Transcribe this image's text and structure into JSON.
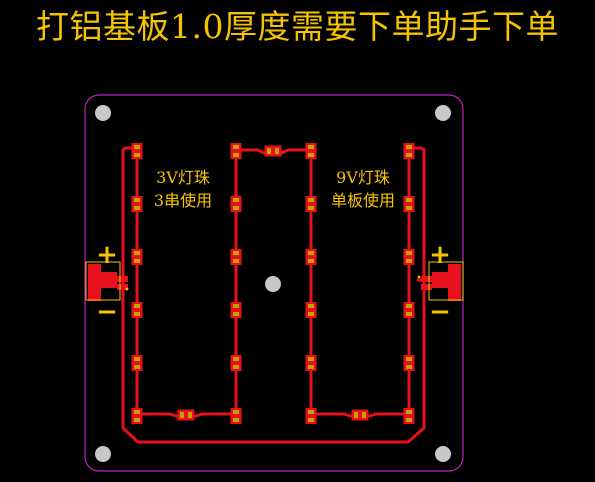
{
  "title": "打铝基板1.0厚度需要下单助手下单",
  "labels": {
    "left_line1": "3V灯珠",
    "left_line2": "3串使用",
    "right_line1": "9V灯珠",
    "right_line2": "单板使用"
  },
  "polarity": {
    "plus": "+",
    "minus": "−"
  },
  "colors": {
    "background": "#000000",
    "title": "#F5C400",
    "board_outline": "#C020C0",
    "copper": "#E8101C",
    "pad": "#C8A000",
    "silkscreen": "#F5C400",
    "hole": "#C8C8C8"
  },
  "icons": [
    "mounting-hole-icon",
    "led-icon",
    "connector-pad-icon"
  ]
}
